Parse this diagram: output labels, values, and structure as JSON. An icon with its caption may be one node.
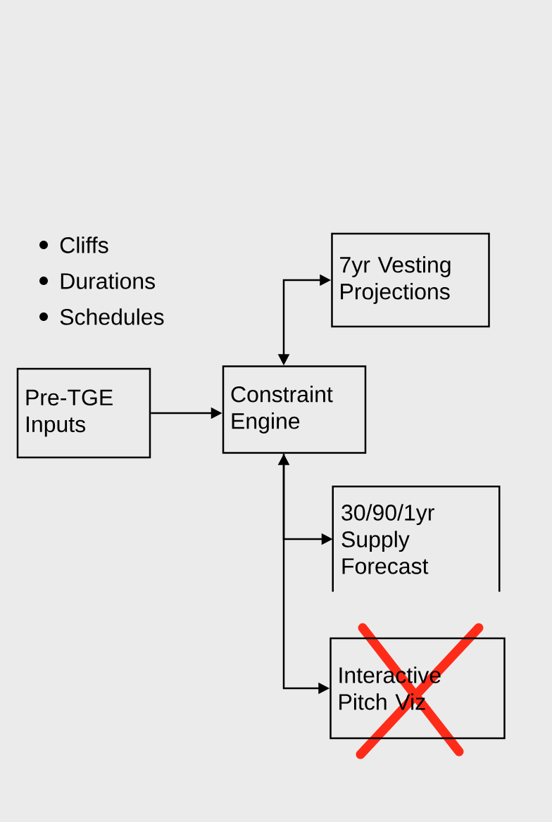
{
  "diagram": {
    "nodes": [
      {
        "text": [
          "Pre-TGE Inputs"
        ]
      },
      {
        "text": [
          "Constraint Engine"
        ]
      },
      {
        "text": [
          "7yr Vesting Projections"
        ]
      },
      {
        "text": [
          "30/90/1yr Supply Forecast"
        ]
      },
      {
        "text": [
          "Interactive Pitch Viz"
        ]
      }
    ],
    "edges": [
      {
        "from": 0,
        "to": 1,
        "arrow": "to"
      },
      {
        "from": 1,
        "to": 2,
        "arrow": "both"
      },
      {
        "from": 1,
        "to": 3,
        "arrow": "both"
      },
      {
        "from": 1,
        "to": 4,
        "arrow": "to"
      }
    ],
    "labels": [
      "Cliffs",
      "Durations",
      "Schedules"
    ]
  }
}
